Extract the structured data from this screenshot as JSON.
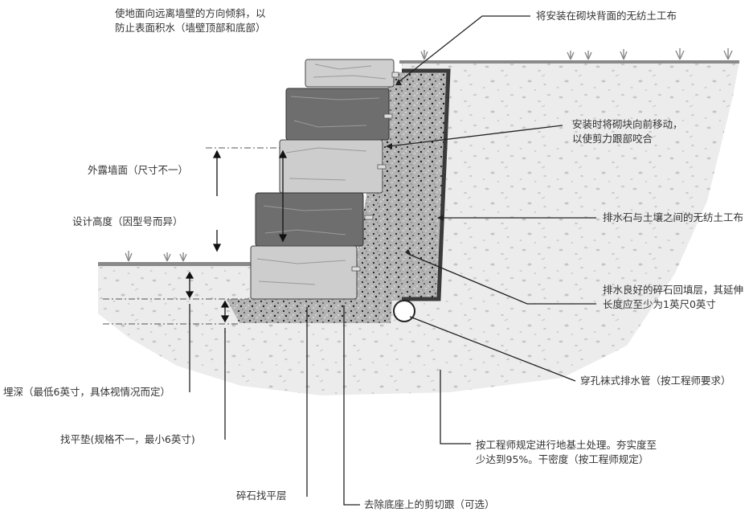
{
  "diagram": {
    "title_note": "使地面向远离墙壁的方向倾斜，以防止表面积水（墙壁顶部和底部）",
    "labels": {
      "fabric_behind_blocks": "将安装在砌块背面的无纺土工布",
      "setback_lugs": "安装时将砌块向前移动，以使剪力跟部咬合",
      "exposed_height": "外露墙面（尺寸不一）",
      "design_height": "设计高度（因型号而异）",
      "fabric_between": "排水石与土壤之间的无纺土工布",
      "drainage_backfill": "排水良好的碎石回填层，其延伸长度应至少为1英尺0英寸",
      "perforated_pipe": "穿孔袜式排水管（按工程师要求）",
      "burial_depth": "埋深（最低6英寸，具体视情况而定）",
      "leveling_pad": "找平垫(规格不一，最小6英寸)",
      "foundation_soil": "按工程师规定进行地基土处理。夯实度至少达到95%。干密度（按工程师规定）",
      "gravel_leveling": "碎石找平层",
      "remove_shear_lip": "去除底座上的剪切跟（可选）"
    },
    "colors": {
      "soil": "#ececec",
      "gravel": "#b8b8b8",
      "block_dark": "#6d6d6d",
      "block_light": "#c9c9c9",
      "grass": "#8a8a8a",
      "leader": "#222222"
    }
  }
}
